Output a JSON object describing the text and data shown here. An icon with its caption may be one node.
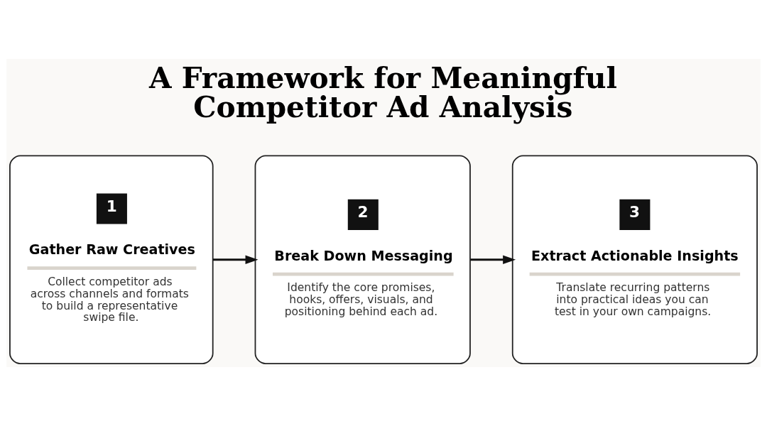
{
  "diagram": {
    "title": "A Framework for Meaningful Competitor Ad Analysis",
    "nodes": [
      {
        "text": [
          "1",
          "Gather Raw Creatives",
          "Collect competitor ads across channels and formats to build a representative swipe file."
        ]
      },
      {
        "text": [
          "2",
          "Break Down Messaging",
          "Identify the core promises, hooks, offers, visuals, and positioning behind each ad."
        ]
      },
      {
        "text": [
          "3",
          "Extract Actionable Insights",
          "Translate recurring patterns into practical ideas you can test in your own campaigns."
        ]
      }
    ],
    "edges": [
      {
        "from": 0,
        "to": 1,
        "arrow": "to"
      },
      {
        "from": 1,
        "to": 2,
        "arrow": "to"
      }
    ]
  }
}
